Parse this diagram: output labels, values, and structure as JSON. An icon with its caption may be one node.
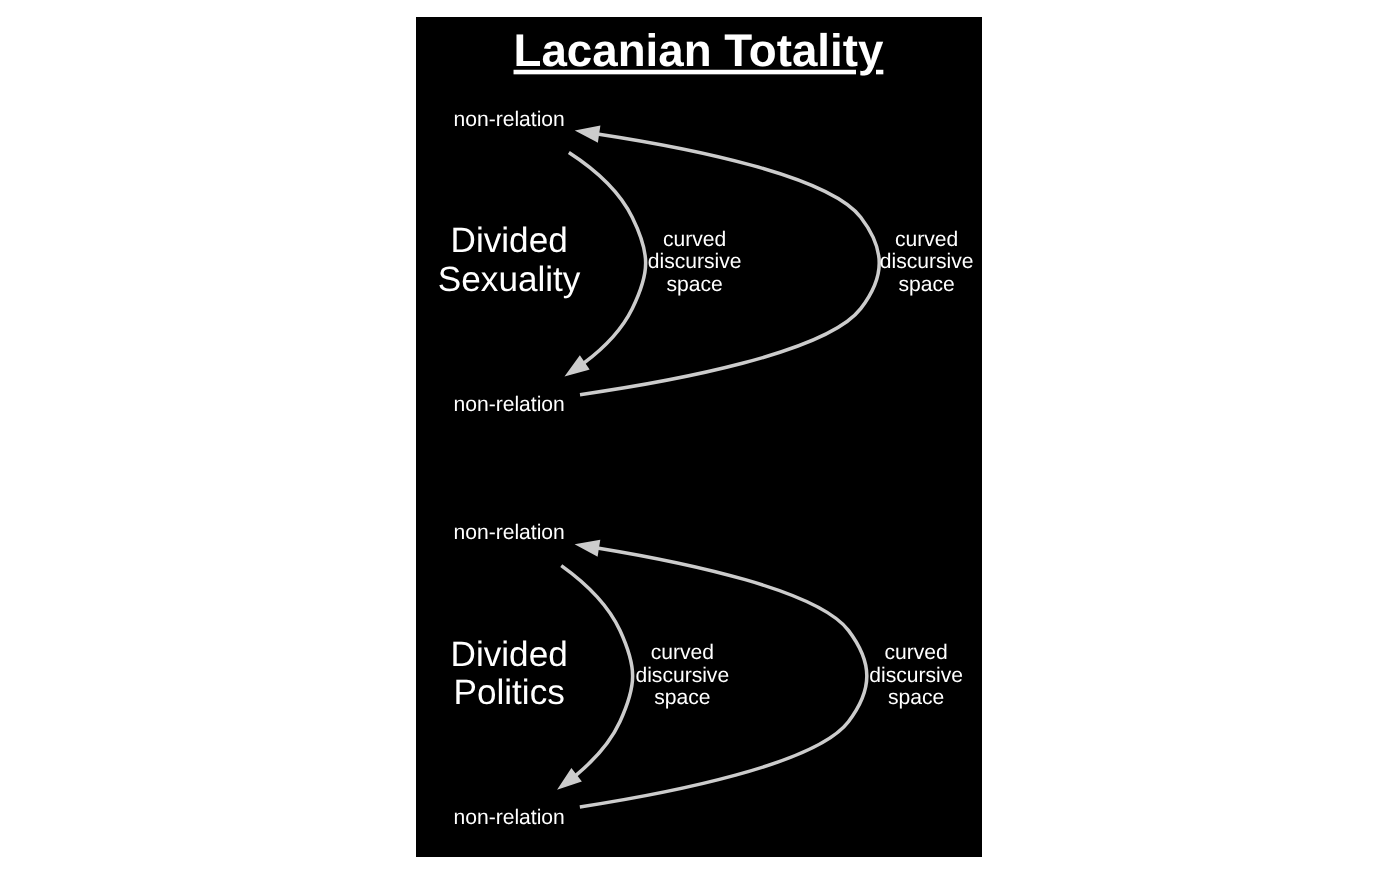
{
  "diagram": {
    "title": "Lacanian Totality",
    "nodes": [
      {
        "text": [
          "non-relation"
        ]
      },
      {
        "text": [
          "Divided Sexuality"
        ]
      },
      {
        "text": [
          "non-relation"
        ]
      },
      {
        "text": [
          "non-relation"
        ]
      },
      {
        "text": [
          "Divided Politics"
        ]
      },
      {
        "text": [
          "non-relation"
        ]
      }
    ],
    "edges": [
      {
        "from": 2,
        "to": 0,
        "arrow": "to",
        "label": "curved discursive space"
      },
      {
        "from": 0,
        "to": 2,
        "arrow": "to",
        "label": "curved discursive space"
      },
      {
        "from": 5,
        "to": 3,
        "arrow": "to",
        "label": "curved discursive space"
      },
      {
        "from": 3,
        "to": 5,
        "arrow": "to",
        "label": "curved discursive space"
      }
    ]
  }
}
